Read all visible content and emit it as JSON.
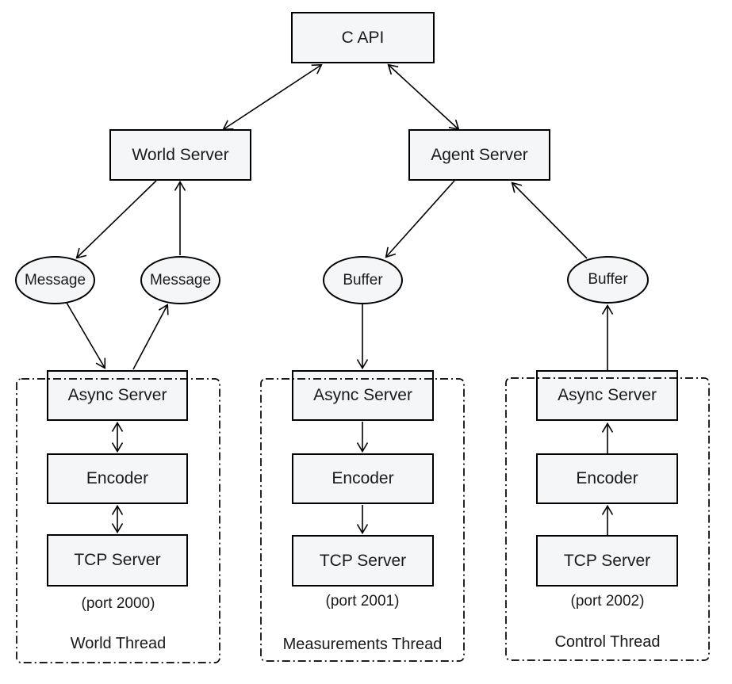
{
  "diagram": {
    "nodes": {
      "c_api": "C API",
      "world_server": "World Server",
      "agent_server": "Agent Server",
      "message_left": "Message",
      "message_right": "Message",
      "buffer_left": "Buffer",
      "buffer_right": "Buffer"
    },
    "threads": [
      {
        "async": "Async Server",
        "encoder": "Encoder",
        "tcp": "TCP Server",
        "port": "(port 2000)",
        "label": "World Thread"
      },
      {
        "async": "Async Server",
        "encoder": "Encoder",
        "tcp": "TCP Server",
        "port": "(port 2001)",
        "label": "Measurements Thread"
      },
      {
        "async": "Async Server",
        "encoder": "Encoder",
        "tcp": "TCP Server",
        "port": "(port 2002)",
        "label": "Control Thread"
      }
    ],
    "colors": {
      "node_fill": "#f5f6f7",
      "node_border": "#000000",
      "text": "#1a1a1a",
      "background": "#ffffff"
    }
  }
}
